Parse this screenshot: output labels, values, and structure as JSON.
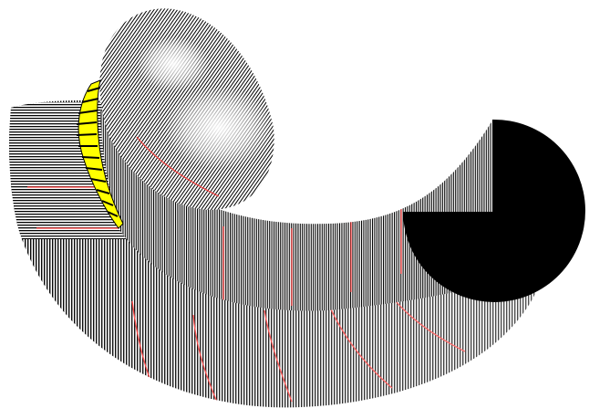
{
  "figure": {
    "background": "#ffffff",
    "colors": {
      "line": "#000000",
      "accent_line": "#ff3b3b",
      "highlight_band": "#ffff00",
      "solid_cap": "#000000",
      "sheen": "#ffffff"
    },
    "parts": [
      "outer-spiral-band",
      "inner-spiral-band",
      "yellow-ribbed-band",
      "black-end-cap",
      "moire-shell"
    ]
  }
}
